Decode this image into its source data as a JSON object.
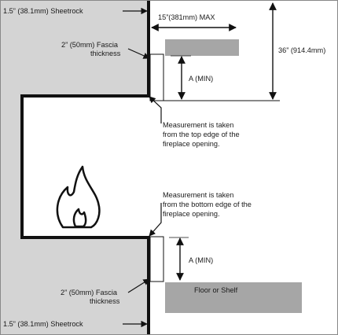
{
  "labels": {
    "sheetrock_top": "1.5” (38.1mm) Sheetrock",
    "fascia_top_1": "2” (50mm) Fascia",
    "fascia_top_2": "thickness",
    "max_width": "15”(381mm) MAX",
    "height_36": "36” (914.4mm)",
    "a_min_top": "A (MIN)",
    "measure_top_1": "Measurement is taken",
    "measure_top_2": "from the top edge of the",
    "measure_top_3": "fireplace opening.",
    "measure_bottom_1": "Measurement is taken",
    "measure_bottom_2": "from the bottom edge of the",
    "measure_bottom_3": "fireplace opening.",
    "a_min_bottom": "A (MIN)",
    "floor_shelf": "Floor or Shelf",
    "fascia_bottom_1": "2” (50mm) Fascia",
    "fascia_bottom_2": "thickness",
    "sheetrock_bottom": "1.5” (38.1mm) Sheetrock"
  },
  "colors": {
    "wall_fill": "#d4d4d4",
    "shelf_fill": "#a6a6a6",
    "line": "#111111"
  },
  "icons": {
    "flame": "flame-icon"
  }
}
